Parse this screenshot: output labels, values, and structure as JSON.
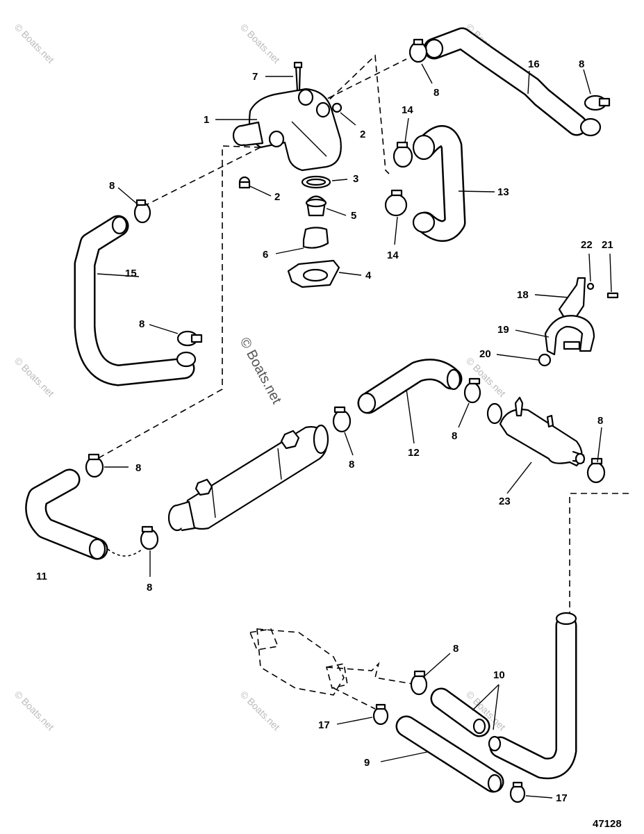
{
  "diagram": {
    "figure_number": "47128",
    "watermark_text": "© Boats.net",
    "callouts": [
      {
        "id": "c1",
        "text": "1"
      },
      {
        "id": "c2a",
        "text": "2"
      },
      {
        "id": "c2b",
        "text": "2"
      },
      {
        "id": "c3",
        "text": "3"
      },
      {
        "id": "c4",
        "text": "4"
      },
      {
        "id": "c5",
        "text": "5"
      },
      {
        "id": "c6",
        "text": "6"
      },
      {
        "id": "c7",
        "text": "7"
      },
      {
        "id": "c8a",
        "text": "8"
      },
      {
        "id": "c8b",
        "text": "8"
      },
      {
        "id": "c8c",
        "text": "8"
      },
      {
        "id": "c8d",
        "text": "8"
      },
      {
        "id": "c8e",
        "text": "8"
      },
      {
        "id": "c8f",
        "text": "8"
      },
      {
        "id": "c8g",
        "text": "8"
      },
      {
        "id": "c8h",
        "text": "8"
      },
      {
        "id": "c8i",
        "text": "8"
      },
      {
        "id": "c8j",
        "text": "8"
      },
      {
        "id": "c8k",
        "text": "8"
      },
      {
        "id": "c9",
        "text": "9"
      },
      {
        "id": "c10",
        "text": "10"
      },
      {
        "id": "c11",
        "text": "11"
      },
      {
        "id": "c12",
        "text": "12"
      },
      {
        "id": "c13",
        "text": "13"
      },
      {
        "id": "c14a",
        "text": "14"
      },
      {
        "id": "c14b",
        "text": "14"
      },
      {
        "id": "c15",
        "text": "15"
      },
      {
        "id": "c16",
        "text": "16"
      },
      {
        "id": "c17a",
        "text": "17"
      },
      {
        "id": "c17b",
        "text": "17"
      },
      {
        "id": "c18",
        "text": "18"
      },
      {
        "id": "c19",
        "text": "19"
      },
      {
        "id": "c20",
        "text": "20"
      },
      {
        "id": "c21",
        "text": "21"
      },
      {
        "id": "c22",
        "text": "22"
      },
      {
        "id": "c23",
        "text": "23"
      }
    ]
  }
}
